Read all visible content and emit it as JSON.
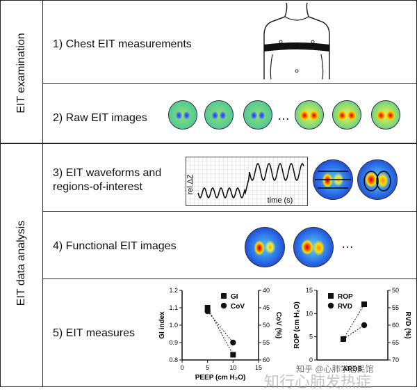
{
  "sections": {
    "examination": "EIT examination",
    "analysis": "EIT data analysis"
  },
  "steps": {
    "s1": "1) Chest EIT measurements",
    "s2": "2) Raw EIT images",
    "s3_line1": "3) EIT waveforms and",
    "s3_line2": "regions-of-interest",
    "s4": "4) Functional EIT images",
    "s5": "5) EIT measures"
  },
  "ellipsis": "…",
  "waveform": {
    "ylabel": "rel.ΔZ",
    "xlabel": "time (s)"
  },
  "chart_data": [
    {
      "type": "scatter",
      "series": [
        {
          "name": "GI",
          "x": [
            5,
            10
          ],
          "values": [
            1.1,
            0.83
          ],
          "marker": "square"
        },
        {
          "name": "CoV",
          "x": [
            5,
            10
          ],
          "values": [
            46,
            55
          ],
          "marker": "circle"
        }
      ],
      "xlabel": "PEEP (cm H₂O)",
      "ylabel": "GI index",
      "ylabel_right": "CoV (%)",
      "xticks": [
        0,
        5,
        10,
        15
      ],
      "ylim": [
        0.8,
        1.2
      ],
      "yticks": [
        "0.8",
        "0.9",
        "1.0",
        "1.1",
        "1.2"
      ],
      "ylim_right": [
        40,
        60
      ],
      "yticks_right": [
        "40",
        "45",
        "50",
        "55",
        "60"
      ],
      "right_axis_inverted": true
    },
    {
      "type": "scatter",
      "series": [
        {
          "name": "ROP",
          "x": [
            0,
            1
          ],
          "values": [
            4.5,
            12
          ],
          "marker": "square"
        },
        {
          "name": "RVD",
          "x": [
            0,
            1
          ],
          "values": [
            64,
            60
          ],
          "marker": "circle"
        }
      ],
      "xlabel": "ARDS",
      "ylabel": "ROP (cm H₂O)",
      "ylabel_right": "RVD (%)",
      "ylim": [
        0,
        15
      ],
      "yticks": [
        "0",
        "5",
        "10",
        "15"
      ],
      "ylim_right": [
        50,
        70
      ],
      "yticks_right": [
        "50",
        "55",
        "60",
        "65",
        "70"
      ],
      "right_axis_inverted": true
    }
  ],
  "watermark": "知乎 @心肺学居民馆",
  "watermark2": "知行心肺发热症"
}
